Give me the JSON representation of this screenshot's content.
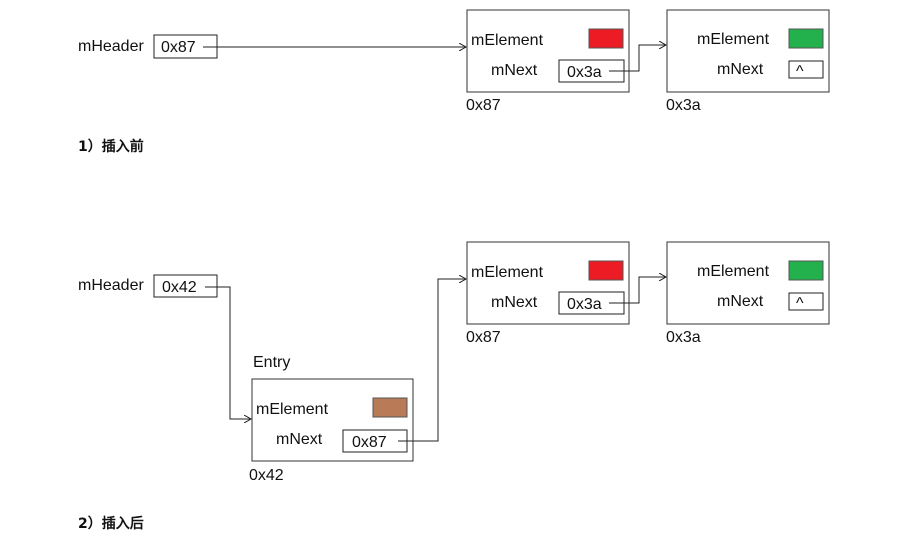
{
  "colors": {
    "red": "#ed1c24",
    "green": "#22b14c",
    "brown": "#b97a57"
  },
  "before": {
    "caption": "1）插入前",
    "header": {
      "label": "mHeader",
      "value": "0x87"
    },
    "node_a": {
      "element_label": "mElement",
      "next_label": "mNext",
      "next_value": "0x3a",
      "address": "0x87"
    },
    "node_b": {
      "element_label": "mElement",
      "next_label": "mNext",
      "next_value": "^",
      "address": "0x3a"
    }
  },
  "after": {
    "caption": "2）插入后",
    "header": {
      "label": "mHeader",
      "value": "0x42"
    },
    "entry": {
      "title": "Entry",
      "element_label": "mElement",
      "next_label": "mNext",
      "next_value": "0x87",
      "address": "0x42"
    },
    "node_a": {
      "element_label": "mElement",
      "next_label": "mNext",
      "next_value": "0x3a",
      "address": "0x87"
    },
    "node_b": {
      "element_label": "mElement",
      "next_label": "mNext",
      "next_value": "^",
      "address": "0x3a"
    }
  }
}
